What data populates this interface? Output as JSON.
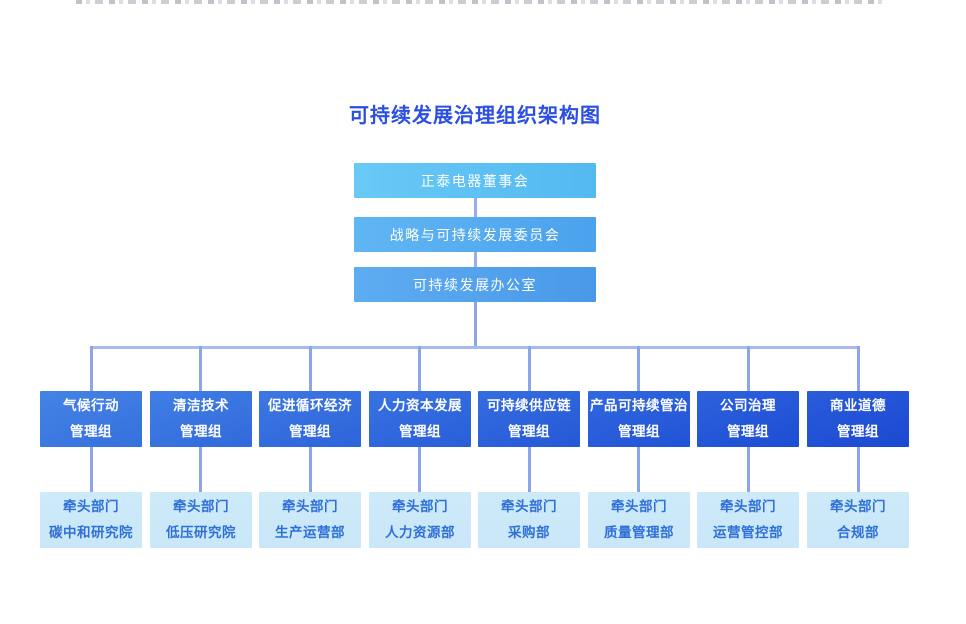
{
  "title": "可持续发展治理组织架构图",
  "colors": {
    "title_text": "#2B4FE2",
    "connector_vertical": "#8CA4E9",
    "connector_horizontal": "#A9BAEF",
    "top_box_text": "#FFFFFF",
    "group_box_text": "#FFFFFF",
    "lead_box_text": "#2F6FD9"
  },
  "hierarchy": [
    {
      "label": "正泰电器董事会",
      "bg": [
        "90deg",
        "#69C9F6",
        "#53B9F1"
      ]
    },
    {
      "label": "战略与可持续发展委员会",
      "bg": [
        "90deg",
        "#60B6F3",
        "#4BA2ED"
      ]
    },
    {
      "label": "可持续发展办公室",
      "bg": [
        "90deg",
        "#5EACF1",
        "#4A99E9"
      ]
    }
  ],
  "lead_prefix": "牵头部门",
  "lead_bg": [
    "180deg",
    "#CDEAF9",
    "#C9E7F8"
  ],
  "branches": [
    {
      "line1": "气候行动",
      "line2": "管理组",
      "lead": "碳中和研究院",
      "bg": [
        "160deg",
        "#4583E6",
        "#3570DD"
      ]
    },
    {
      "line1": "清洁技术",
      "line2": "管理组",
      "lead": "低压研究院",
      "bg": [
        "160deg",
        "#417EE5",
        "#316ADB"
      ]
    },
    {
      "line1": "促进循环经济",
      "line2": "管理组",
      "lead": "生产运营部",
      "bg": [
        "160deg",
        "#3D78E3",
        "#2D64DA"
      ]
    },
    {
      "line1": "人力资本发展",
      "line2": "管理组",
      "lead": "人力资源部",
      "bg": [
        "160deg",
        "#3973E2",
        "#295ED8"
      ]
    },
    {
      "line1": "可持续供应链",
      "line2": "管理组",
      "lead": "采购部",
      "bg": [
        "160deg",
        "#356DE0",
        "#2558D6"
      ]
    },
    {
      "line1": "产品可持续管治",
      "line2": "管理组",
      "lead": "质量管理部",
      "bg": [
        "160deg",
        "#3168DF",
        "#2153D5"
      ]
    },
    {
      "line1": "公司治理",
      "line2": "管理组",
      "lead": "运营管控部",
      "bg": [
        "160deg",
        "#2D62DD",
        "#1D4DD3"
      ]
    },
    {
      "line1": "商业道德",
      "line2": "管理组",
      "lead": "合规部",
      "bg": [
        "160deg",
        "#2A5CDB",
        "#1B49D1"
      ]
    }
  ]
}
